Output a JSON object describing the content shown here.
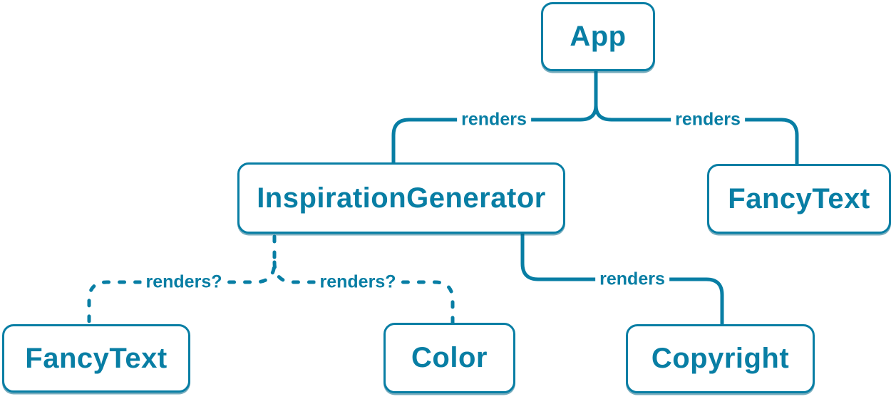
{
  "diagram": {
    "description": "React render tree diagram",
    "colors": {
      "accent": "#087EA4",
      "node_fill": "#FFFFFF"
    },
    "nodes": [
      {
        "id": "app",
        "label": "App"
      },
      {
        "id": "inspiration-generator",
        "label": "InspirationGenerator"
      },
      {
        "id": "fancytext-top",
        "label": "FancyText"
      },
      {
        "id": "fancytext-bottom",
        "label": "FancyText"
      },
      {
        "id": "color",
        "label": "Color"
      },
      {
        "id": "copyright",
        "label": "Copyright"
      }
    ],
    "edges": [
      {
        "from": "App",
        "to": "InspirationGenerator",
        "label": "renders",
        "style": "solid"
      },
      {
        "from": "App",
        "to": "FancyText",
        "label": "renders",
        "style": "solid"
      },
      {
        "from": "InspirationGenerator",
        "to": "FancyText",
        "label": "renders?",
        "style": "dashed"
      },
      {
        "from": "InspirationGenerator",
        "to": "Color",
        "label": "renders?",
        "style": "dashed"
      },
      {
        "from": "InspirationGenerator",
        "to": "Copyright",
        "label": "renders",
        "style": "solid"
      }
    ]
  }
}
